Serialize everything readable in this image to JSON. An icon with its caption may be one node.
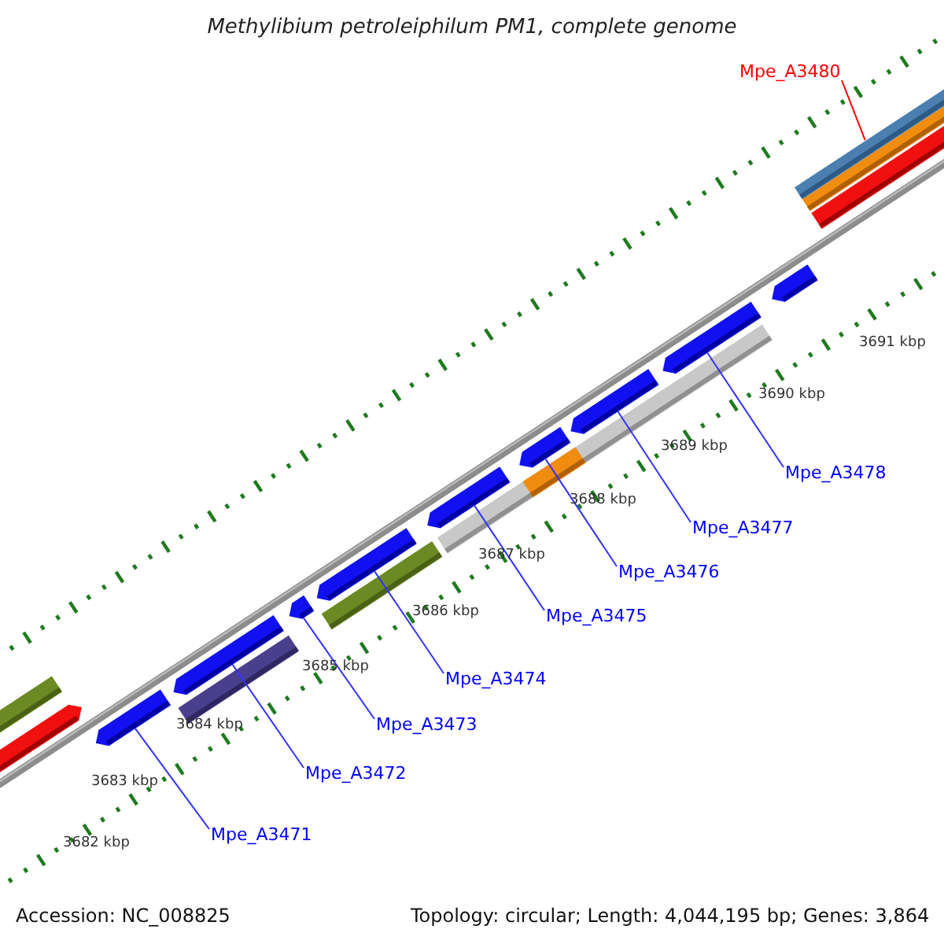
{
  "diagram": {
    "title": "Methylibium petroleiphilum PM1, complete genome",
    "nodes": [
      {
        "text": [
          "Mpe_A3471"
        ]
      },
      {
        "text": [
          "Mpe_A3472"
        ]
      },
      {
        "text": [
          "Mpe_A3473"
        ]
      },
      {
        "text": [
          "Mpe_A3474"
        ]
      },
      {
        "text": [
          "Mpe_A3475"
        ]
      },
      {
        "text": [
          "Mpe_A3476"
        ]
      },
      {
        "text": [
          "Mpe_A3477"
        ]
      },
      {
        "text": [
          "Mpe_A3478"
        ]
      },
      {
        "text": [
          "Mpe_A3480"
        ]
      },
      {
        "text": [],
        "shape": "bar"
      },
      {
        "text": [],
        "shape": "bar"
      },
      {
        "text": [],
        "shape": "bar"
      },
      {
        "text": [],
        "shape": "bar"
      },
      {
        "text": [],
        "shape": "bar"
      },
      {
        "text": [],
        "shape": "bar"
      },
      {
        "text": [],
        "shape": "bar"
      },
      {
        "text": [],
        "shape": "bar"
      },
      {
        "text": [],
        "shape": "bar"
      },
      {
        "text": [],
        "shape": "bar"
      }
    ],
    "edges": [
      {
        "from": 0,
        "to": 9,
        "arrow": "none"
      },
      {
        "from": 1,
        "to": 10,
        "arrow": "none"
      },
      {
        "from": 2,
        "to": 11,
        "arrow": "none"
      },
      {
        "from": 3,
        "to": 12,
        "arrow": "none"
      },
      {
        "from": 4,
        "to": 13,
        "arrow": "none"
      },
      {
        "from": 5,
        "to": 14,
        "arrow": "none"
      },
      {
        "from": 6,
        "to": 15,
        "arrow": "none"
      },
      {
        "from": 7,
        "to": 16,
        "arrow": "none"
      },
      {
        "from": 8,
        "to": 18,
        "arrow": "none",
        "color": "#ff0000"
      }
    ],
    "labels": [
      "3682 kbp",
      "3683 kbp",
      "3684 kbp",
      "3685 kbp",
      "3686 kbp",
      "3687 kbp",
      "3688 kbp",
      "3689 kbp",
      "3690 kbp",
      "3691 kbp",
      "Accession: NC_008825",
      "Topology: circular; Length: 4,044,195 bp; Genes: 3,864"
    ]
  }
}
